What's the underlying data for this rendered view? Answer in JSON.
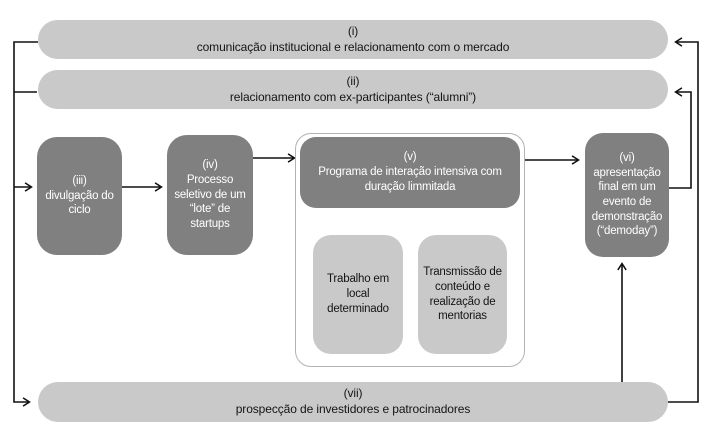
{
  "bars": {
    "i": {
      "num": "(i)",
      "label": "comunicação institucional e relacionamento com o mercado"
    },
    "ii": {
      "num": "(ii)",
      "label": "relacionamento com ex-participantes (“alumni”)"
    },
    "vii": {
      "num": "(vii)",
      "label": "prospecção de investidores e patrocinadores"
    }
  },
  "nodes": {
    "iii": {
      "num": "(iii)",
      "label": "divulgação do ciclo"
    },
    "iv": {
      "num": "(iv)",
      "label": "Processo seletivo de um “lote” de startups"
    },
    "v": {
      "num": "(v)",
      "label": "Programa de interação intensiva com duração limmitada"
    },
    "vi": {
      "num": "(vi)",
      "label": "apresentação final em um evento de demonstração (“demoday”)"
    },
    "work": {
      "label": "Trabalho em local determinado"
    },
    "transmission": {
      "label": "Transmissão de conteúdo e realização de mentorias"
    }
  },
  "colors": {
    "background": "#ffffff",
    "bar_fill": "#c9c9c9",
    "node_fill": "#808080",
    "node_text": "#ffffff",
    "text": "#141414",
    "line": "#111111",
    "container_border": "#b3b3b3"
  }
}
